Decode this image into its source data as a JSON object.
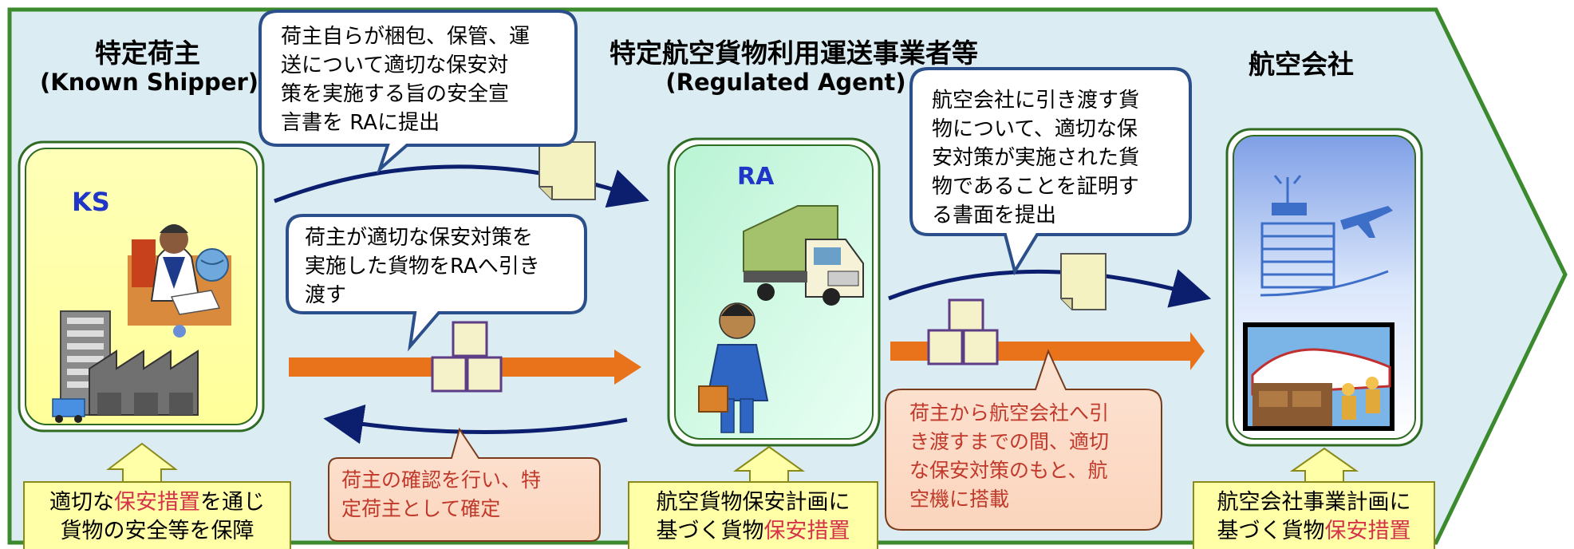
{
  "columns": {
    "shipper": {
      "title": "特定荷主",
      "subtitle": "(Known Shipper)",
      "badge": "KS"
    },
    "agent": {
      "title": "特定航空貨物利用運送事業者等",
      "subtitle": "(Regulated  Agent)",
      "badge": "RA"
    },
    "airline": {
      "title": "航空会社"
    }
  },
  "bubbles": {
    "declaration": [
      "荷主自らが梱包、保管、運",
      "送について適切な保安対",
      "策を実施する旨の安全宣",
      "言書を RAに提出"
    ],
    "handover": [
      "荷主が適切な保安対策を",
      "実施した貨物をRAへ引き",
      "渡す"
    ],
    "certify": [
      "航空会社に引き渡す貨",
      "物について、適切な保",
      "安対策が実施された貨",
      "物であることを証明す",
      "る書面を提出"
    ],
    "confirm": [
      "荷主の確認を行い、特",
      "定荷主として確定"
    ],
    "loading": [
      "荷主から航空会社へ引",
      "き渡すまでの間、適切",
      "な保安対策のもと、航",
      "空機に搭載"
    ]
  },
  "bottom": {
    "shipper": {
      "line1_a": "適切な",
      "line1_hl": "保安措置",
      "line1_b": "を通じ",
      "line2": "貨物の安全等を保障"
    },
    "agent": {
      "line1": "航空貨物保安計画に",
      "line2_a": "基づく貨物",
      "line2_hl": "保安措置"
    },
    "airline": {
      "line1": "航空会社事業計画に",
      "line2_a": "基づく貨物",
      "line2_hl": "保安措置"
    }
  },
  "colors": {
    "chevron_fill": "#dcecf3",
    "chevron_border": "#3c8a2e",
    "flow_orange": "#e8731a",
    "flow_navy": "#0b1f6e",
    "highlight": "#d6334a",
    "yellow_panel": "#ffffa8",
    "mint_panel": "#c8f5dc",
    "blue_panel": "#8fb0ea"
  },
  "icons": [
    "businessman-at-desk-icon",
    "factory-building-icon",
    "delivery-truck-icon",
    "agent-person-icon",
    "cargo-boxes-icon",
    "document-icon",
    "airport-tower-icon",
    "airplane-icon",
    "aircraft-loading-icon"
  ]
}
